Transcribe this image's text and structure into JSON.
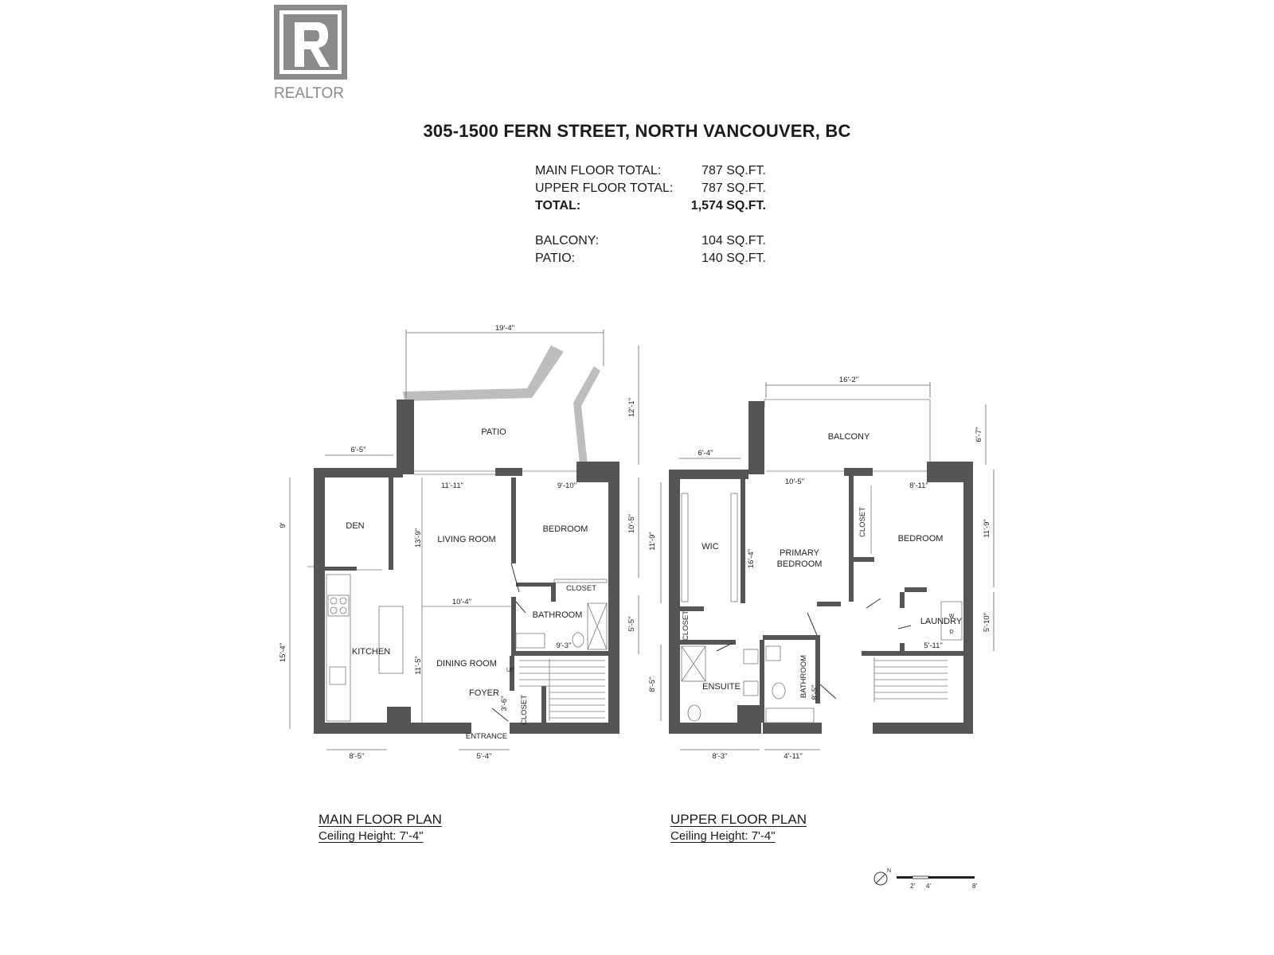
{
  "logo": {
    "text": "REALTOR"
  },
  "title": "305-1500 FERN STREET, NORTH VANCOUVER, BC",
  "areas": [
    {
      "label": "MAIN FLOOR TOTAL:",
      "value": "787 SQ.FT.",
      "bold": false
    },
    {
      "label": "UPPER FLOOR TOTAL:",
      "value": "787 SQ.FT.",
      "bold": false
    },
    {
      "label": "TOTAL:",
      "value": "1,574 SQ.FT.",
      "bold": true
    },
    {
      "label": "BALCONY:",
      "value": "104 SQ.FT.",
      "bold": false
    },
    {
      "label": "PATIO:",
      "value": "140 SQ.FT.",
      "bold": false
    }
  ],
  "main_floor": {
    "title": "MAIN FLOOR PLAN",
    "ceiling": "Ceiling Height: 7'-4\"",
    "rooms": {
      "patio": "PATIO",
      "den": "DEN",
      "living_room": "LIVING ROOM",
      "bedroom": "BEDROOM",
      "closet_bedroom": "CLOSET",
      "bathroom": "BATHROOM",
      "kitchen": "KITCHEN",
      "dining_room": "DINING ROOM",
      "foyer": "FOYER",
      "closet_foyer": "CLOSET",
      "entrance": "ENTRANCE",
      "up": "UP"
    },
    "dims": {
      "patio_width": "19'-4\"",
      "patio_depth": "12'-1\"",
      "den_width": "6'-5\"",
      "den_depth": "9'",
      "living_width": "11'-11\"",
      "living_depth": "13'-9\"",
      "bedroom_width": "9'-10\"",
      "bedroom_depth": "10'-5\"",
      "dining_width": "10'-4\"",
      "dining_depth": "11'-5\"",
      "bathroom_width": "9'-3\"",
      "bathroom_depth": "5'-5\"",
      "kitchen_depth": "15'-4\"",
      "kitchen_width": "8'-5\"",
      "entrance_width": "5'-4\"",
      "foyer_closet": "3'-6\""
    }
  },
  "upper_floor": {
    "title": "UPPER FLOOR PLAN",
    "ceiling": "Ceiling Height: 7'-4\"",
    "rooms": {
      "balcony": "BALCONY",
      "wic": "WIC",
      "primary_bedroom": "PRIMARY BEDROOM",
      "primary_line1": "PRIMARY",
      "primary_line2": "BEDROOM",
      "closet_left": "CLOSET",
      "closet_right": "CLOSET",
      "bedroom": "BEDROOM",
      "ensuite": "ENSUITE",
      "bathroom": "BATHROOM",
      "laundry": "LAUNDRY",
      "washer": "W",
      "dryer": "D"
    },
    "dims": {
      "balcony_width": "16'-2\"",
      "balcony_depth": "6'-7\"",
      "wic_width": "6'-4\"",
      "wic_depth": "11'-9\"",
      "primary_width": "10'-5\"",
      "primary_depth": "16'-4\"",
      "bedroom_width": "8'-11\"",
      "bedroom_depth": "11'-9\"",
      "laundry_width": "5'-11\"",
      "laundry_depth": "5'-10\"",
      "ensuite_depth": "8'-5\"",
      "ensuite_width": "8'-3\"",
      "bathroom_width": "4'-11\"",
      "bathroom_depth": "8'-5\""
    }
  },
  "scale": {
    "north": "N",
    "ticks": [
      "2'",
      "4'",
      "8'"
    ]
  }
}
